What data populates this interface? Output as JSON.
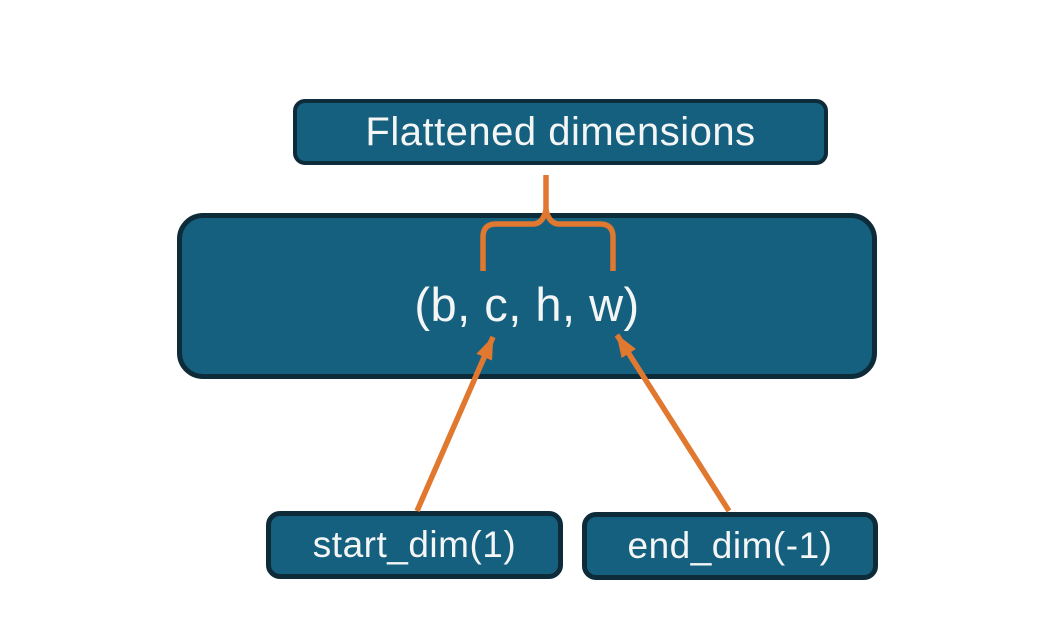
{
  "diagram": {
    "title_node": {
      "label": "Flattened dimensions"
    },
    "tensor_node": {
      "label": "(b, c, h, w)"
    },
    "start_node": {
      "label": "start_dim(1)"
    },
    "end_node": {
      "label": "end_dim(-1)"
    }
  },
  "colors": {
    "background": "#ffffff",
    "node_fill": "#16607f",
    "node_border": "#0e2b3a",
    "node_text": "#f4f6f6",
    "connector": "#e1782f"
  }
}
